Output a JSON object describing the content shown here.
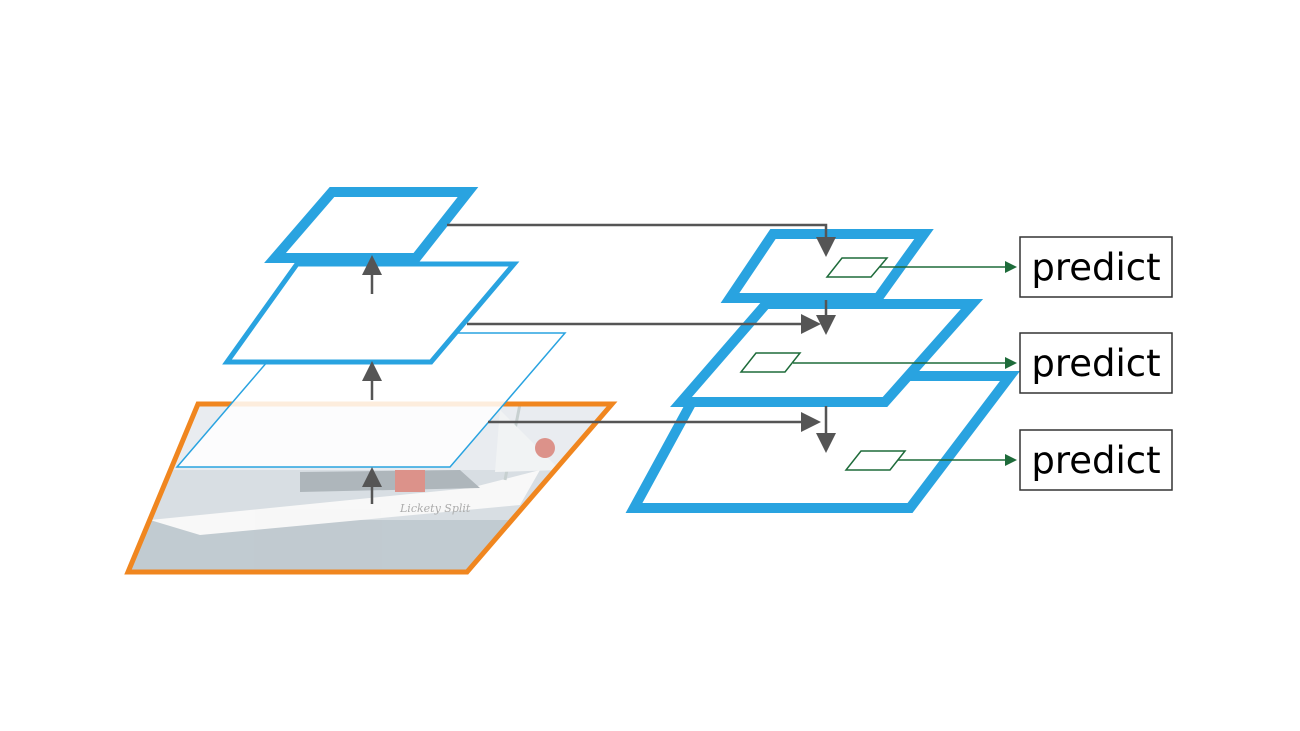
{
  "colors": {
    "pyramid_blue": "#29a3e0",
    "image_border": "#f0861f",
    "arrow_gray": "#555555",
    "predict_green": "#1e6b3a",
    "box_border": "#333333"
  },
  "predict_boxes": [
    {
      "label": "predict"
    },
    {
      "label": "predict"
    },
    {
      "label": "predict"
    }
  ],
  "input_image": {
    "icon": "sailboat-photo",
    "boat_name": "Lickety Split"
  }
}
